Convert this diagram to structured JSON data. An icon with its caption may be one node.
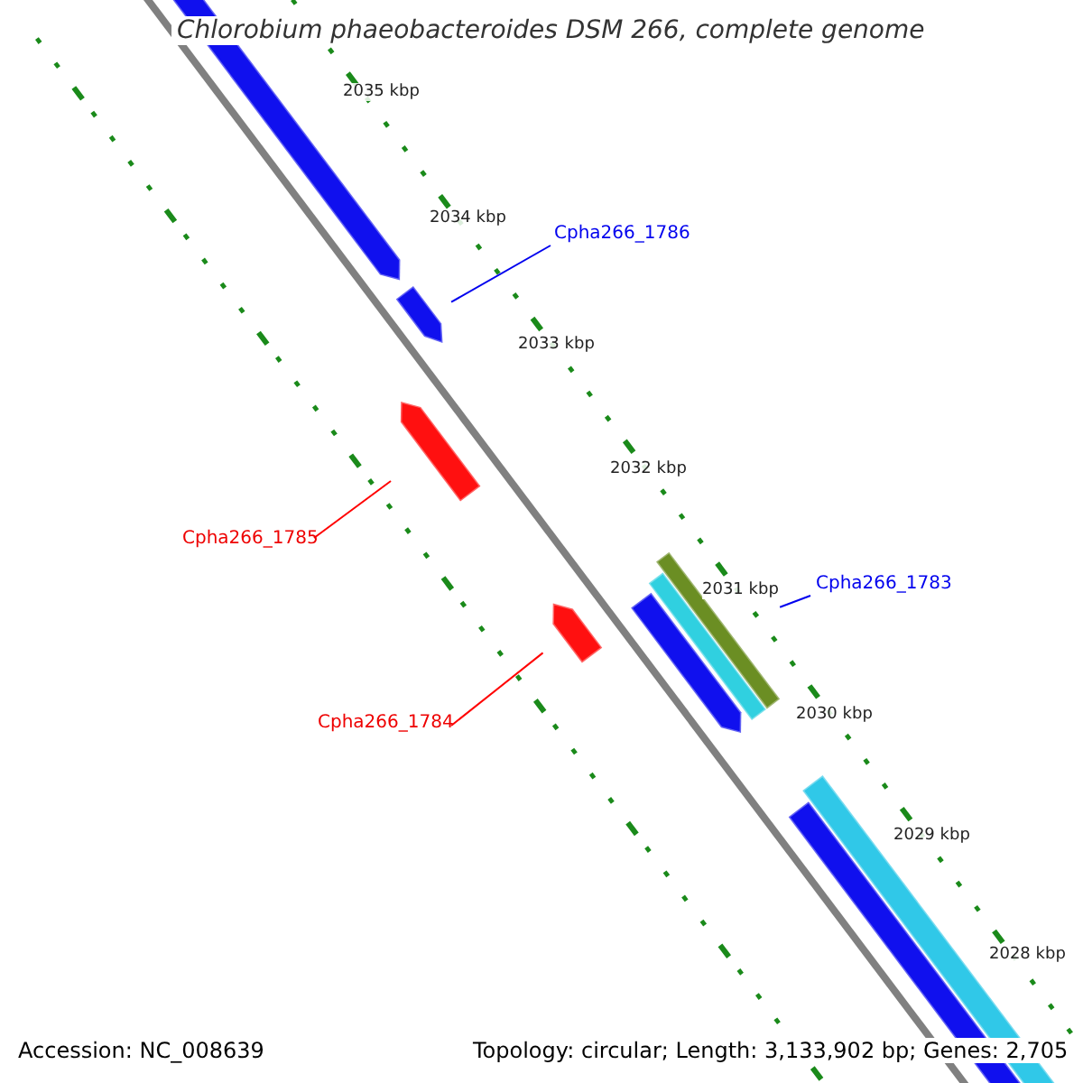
{
  "diagram": {
    "title": "Chlorobium phaeobacteroides DSM 266, complete genome",
    "nodes": [
      {
        "text": [
          "Cpha266_1786"
        ]
      },
      {
        "text": [],
        "shape": "arrow"
      },
      {
        "text": [
          "Cpha266_1785"
        ]
      },
      {
        "text": [],
        "shape": "arrow"
      },
      {
        "text": [
          "Cpha266_1784"
        ]
      },
      {
        "text": [],
        "shape": "arrow"
      },
      {
        "text": [
          "Cpha266_1783"
        ]
      },
      {
        "text": [],
        "shape": "bar"
      }
    ],
    "edges": [
      {
        "from": 0,
        "to": 1,
        "arrow": "none"
      },
      {
        "from": 2,
        "to": 3,
        "arrow": "none",
        "color": "#ff0000"
      },
      {
        "from": 4,
        "to": 5,
        "arrow": "none",
        "color": "#ff0000"
      },
      {
        "from": 6,
        "to": 7,
        "arrow": "none"
      }
    ],
    "labels": [
      "2035 kbp",
      "2034 kbp",
      "2033 kbp",
      "2032 kbp",
      "2031 kbp",
      "2030 kbp",
      "2029 kbp",
      "2028 kbp",
      "Accession: NC_008639",
      "Topology: circular; Length: 3,133,902 bp; Genes: 2,705"
    ]
  }
}
